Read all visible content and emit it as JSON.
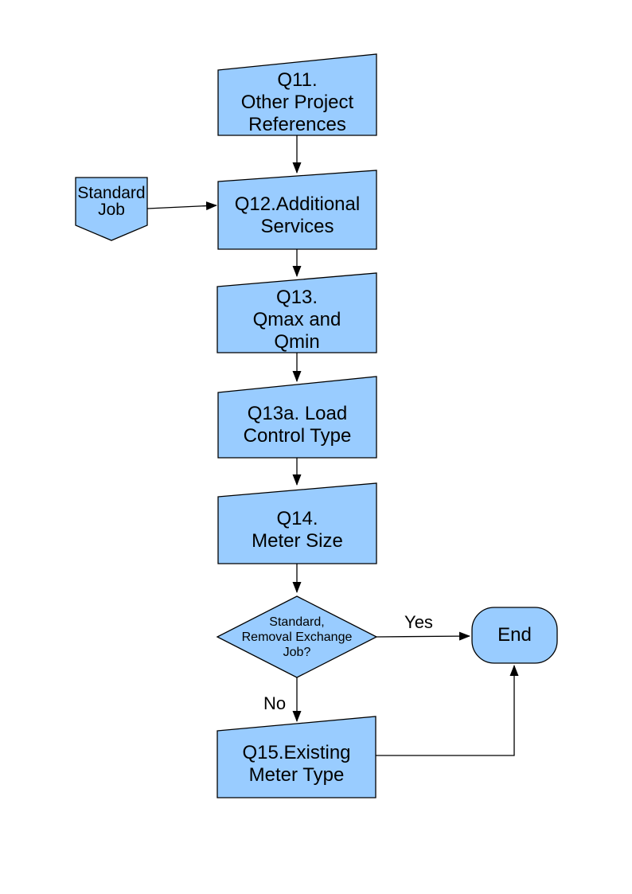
{
  "diagram": {
    "nodes": {
      "q11": {
        "label": "Q11.\nOther Project\nReferences",
        "shape": "slanted-process"
      },
      "standard_job": {
        "label": "Standard\nJob",
        "shape": "off-page-connector-down"
      },
      "q12": {
        "label": "Q12.Additional\nServices",
        "shape": "slanted-process"
      },
      "q13": {
        "label": "Q13.\nQmax and\nQmin",
        "shape": "slanted-process"
      },
      "q13a": {
        "label": "Q13a. Load\nControl Type",
        "shape": "slanted-process"
      },
      "q14": {
        "label": "Q14.\nMeter Size",
        "shape": "slanted-process"
      },
      "decision": {
        "label": "Standard,\nRemoval Exchange\nJob?",
        "shape": "diamond"
      },
      "end": {
        "label": "End",
        "shape": "terminator"
      },
      "q15": {
        "label": "Q15.Existing\nMeter Type",
        "shape": "slanted-process"
      }
    },
    "edges": {
      "yes_label": "Yes",
      "no_label": "No"
    }
  },
  "colors": {
    "node_fill": "#99CCFF",
    "node_border": "#000000",
    "edge_color": "#000000"
  }
}
